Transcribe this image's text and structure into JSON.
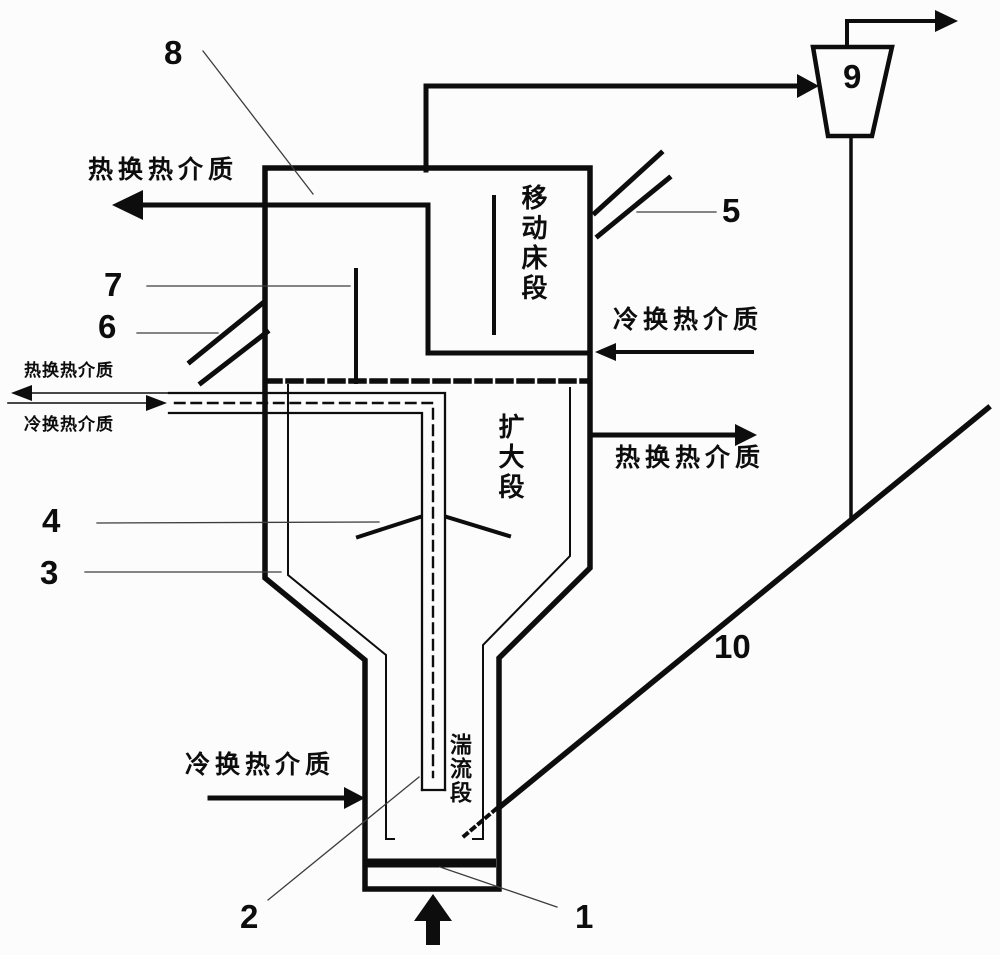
{
  "labels": {
    "n1": "1",
    "n2": "2",
    "n3": "3",
    "n4": "4",
    "n5": "5",
    "n6": "6",
    "n7": "7",
    "n8": "8",
    "n9": "9",
    "n10": "10"
  },
  "flow_labels": {
    "top_left_hot_out": "热换热介质",
    "left_small_hot_out": "热换热介质",
    "left_small_cold_in": "冷换热介质",
    "right_cold_in": "冷换热介质",
    "right_hot_out": "热换热介质",
    "bottom_left_cold_in": "冷换热介质"
  },
  "section_labels": {
    "moving_bed": "移动床段",
    "expansion": "扩大段",
    "turbulent": "湍流段"
  },
  "colors": {
    "line": "#0d0d0d",
    "leader": "#3c3c3c",
    "background": "#fcfcfc"
  }
}
